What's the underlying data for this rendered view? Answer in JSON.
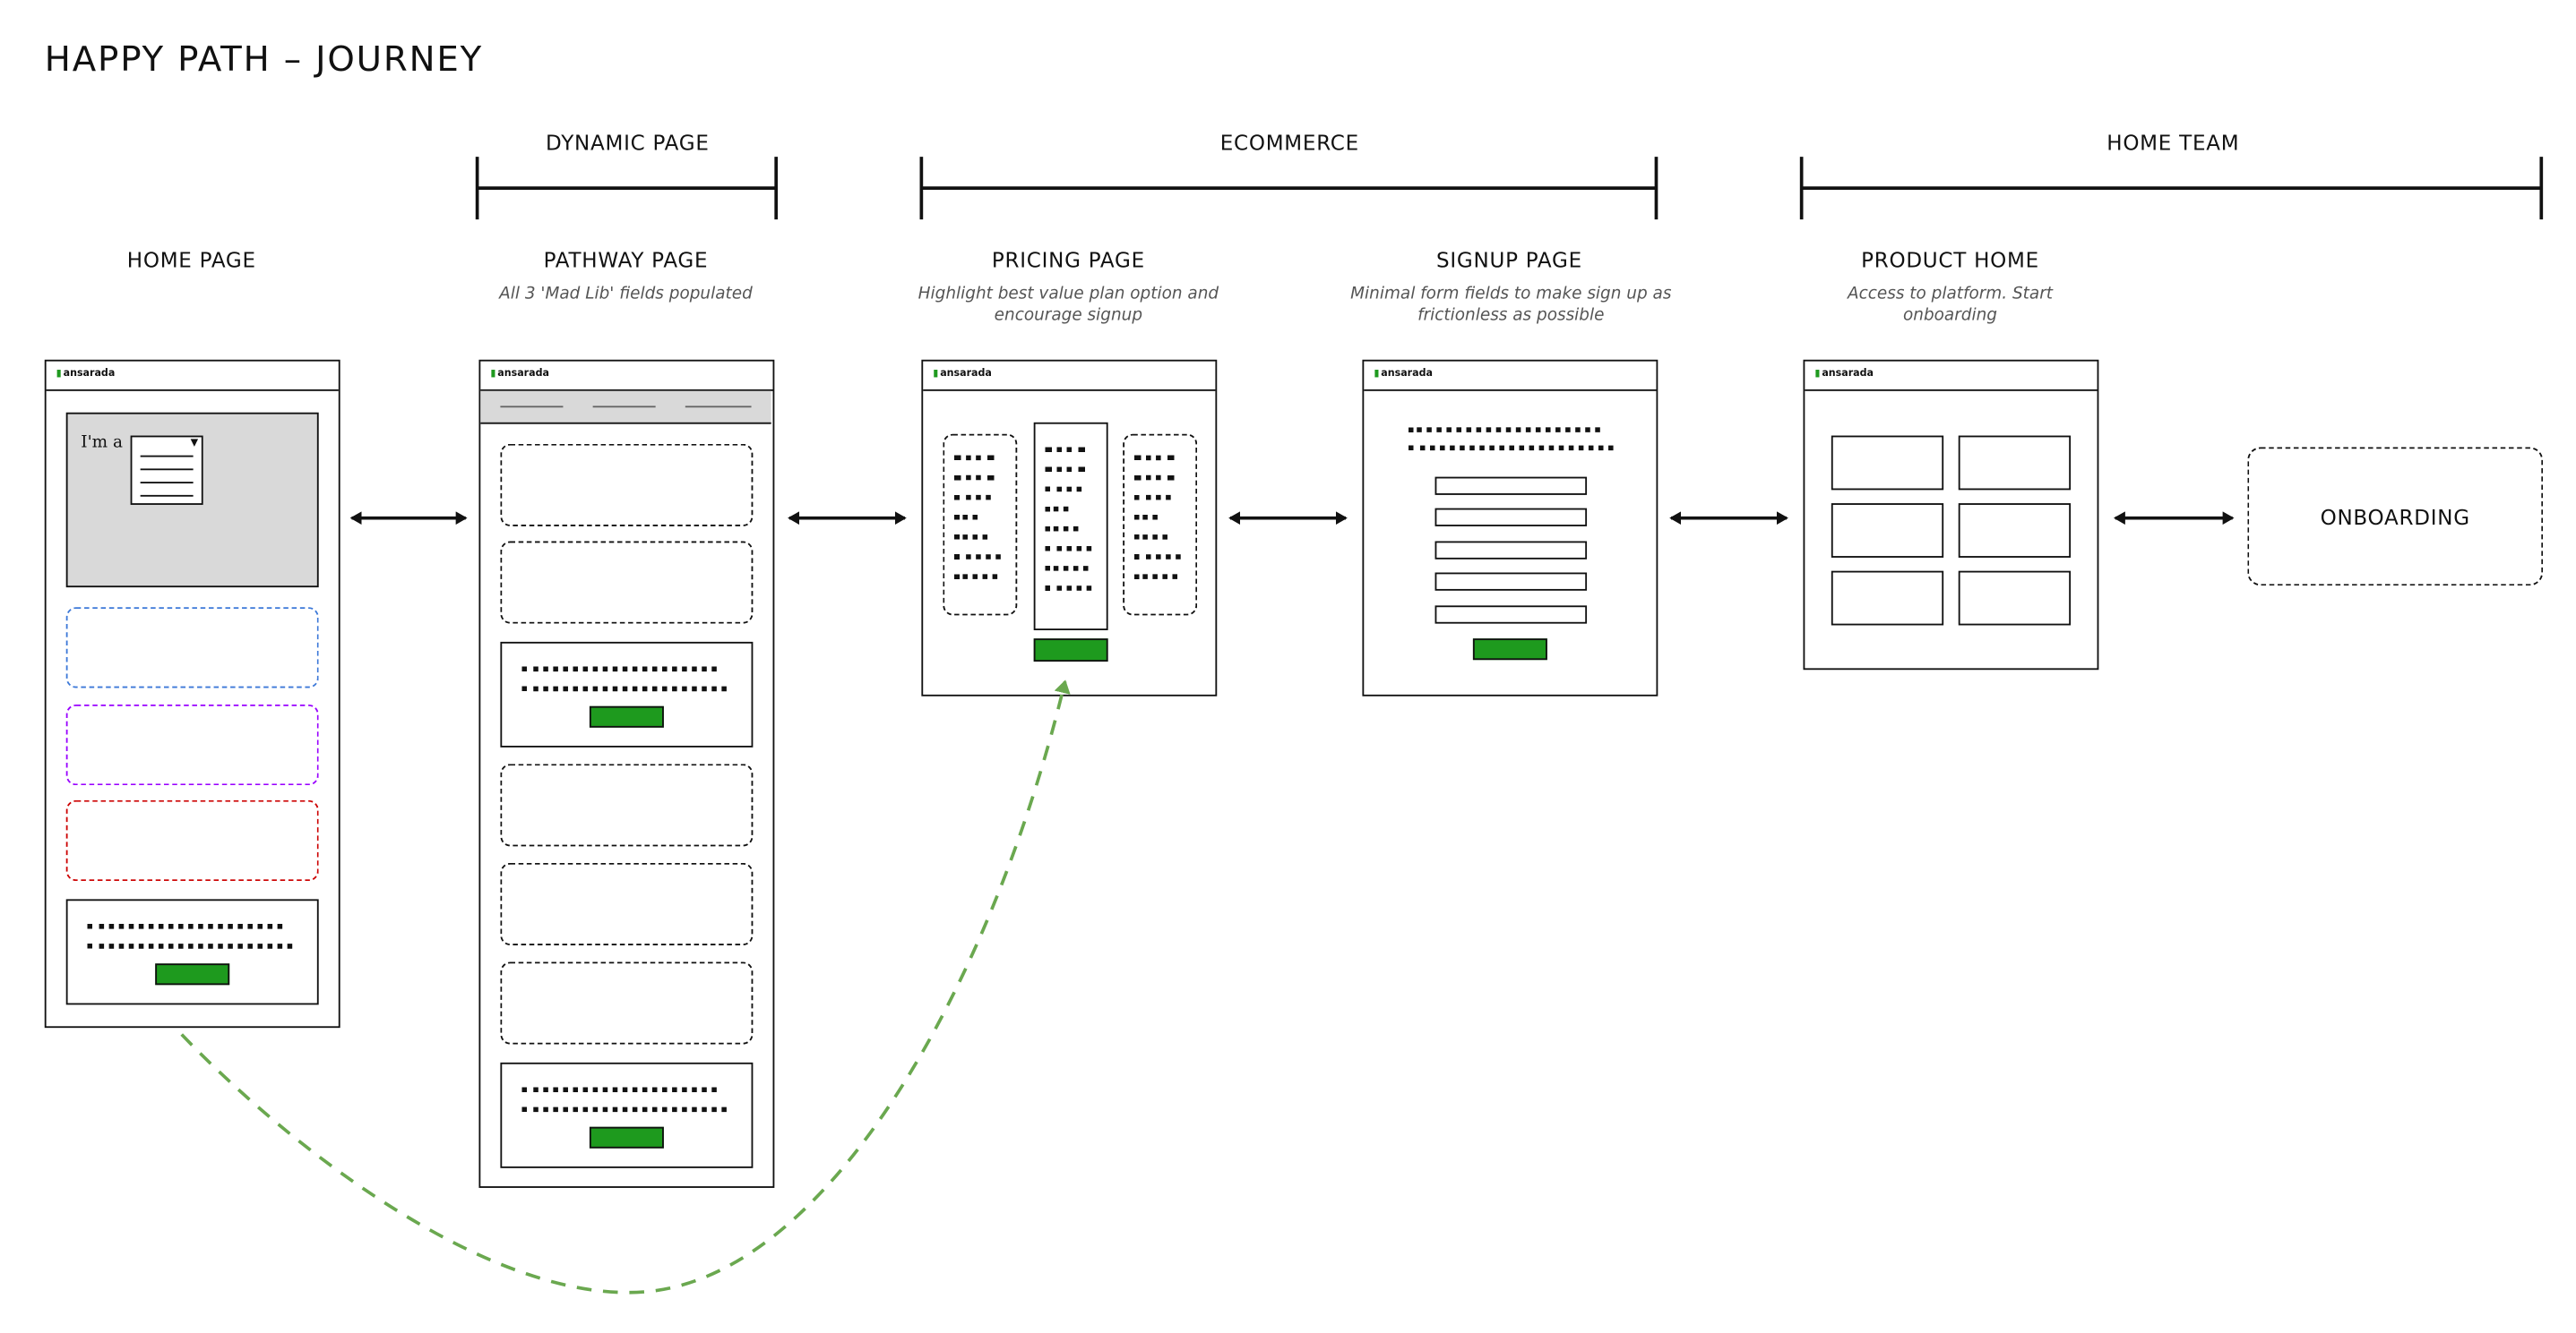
{
  "title": "HAPPY PATH – JOURNEY",
  "groups": {
    "dynamic": "DYNAMIC PAGE",
    "ecommerce": "ECOMMERCE",
    "home_team": "HOME TEAM"
  },
  "pages": {
    "home": {
      "label": "HOME PAGE",
      "description": ""
    },
    "pathway": {
      "label": "PATHWAY PAGE",
      "description": "All 3 'Mad Lib' fields populated"
    },
    "pricing": {
      "label": "PRICING PAGE",
      "description": "Highlight best value plan option and encourage signup"
    },
    "signup": {
      "label": "SIGNUP PAGE",
      "description": "Minimal form fields to make sign up as frictionless as possible"
    },
    "product": {
      "label": "PRODUCT HOME",
      "description": "Access to platform. Start onboarding"
    }
  },
  "onboarding": "ONBOARDING",
  "wireframe": {
    "logo_text": "ansarada",
    "hero_prompt": "I'm a"
  },
  "colors": {
    "accent_green": "#1e9a1e",
    "path_green": "#6aa84f",
    "blue_dash": "#3c78d8",
    "purple_dash": "#9900ff",
    "red_dash": "#cc0000",
    "hero_gray": "#d9d9d9"
  }
}
